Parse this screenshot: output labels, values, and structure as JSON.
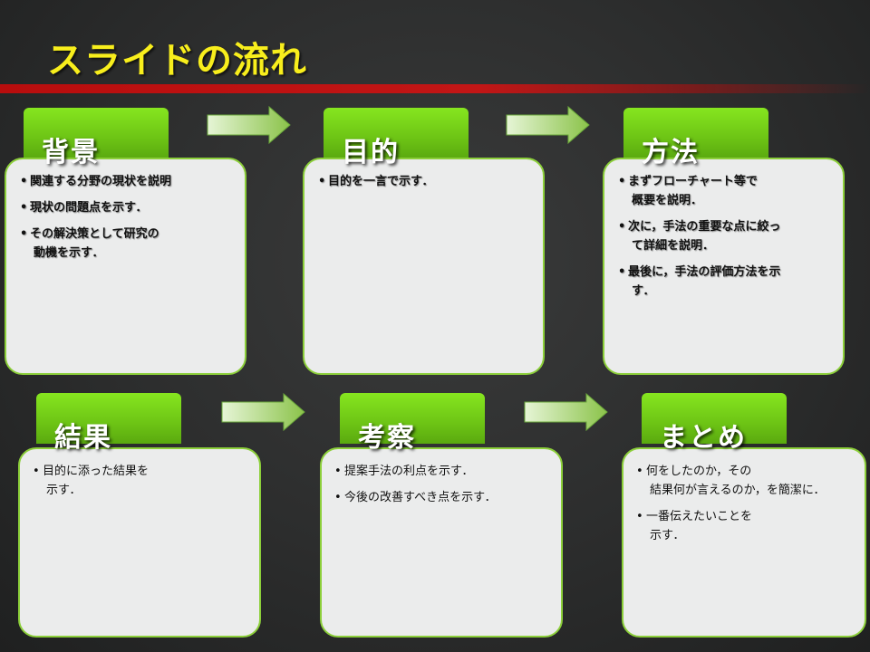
{
  "slide": {
    "title": "スライドの流れ",
    "colors": {
      "title": "#f8ee1c",
      "accent_bar": "#c21616",
      "tab": "#7ad41a",
      "card": "#ebecec"
    }
  },
  "sections": [
    {
      "title": "背景",
      "bullets": [
        [
          "関連する分野の現状を説明"
        ],
        [
          "現状の問題点を示す．"
        ],
        [
          "その解決策として研究の",
          "動機を示す．"
        ]
      ]
    },
    {
      "title": "目的",
      "bullets": [
        [
          "目的を一言で示す．"
        ]
      ]
    },
    {
      "title": "方法",
      "bullets": [
        [
          "まずフローチャート等で",
          "概要を説明．"
        ],
        [
          "次に，手法の重要な点に絞っ",
          "て詳細を説明．"
        ],
        [
          "最後に，手法の評価方法を示",
          "す．"
        ]
      ]
    },
    {
      "title": "結果",
      "bullets": [
        [
          "目的に添った結果を",
          "示す．"
        ]
      ]
    },
    {
      "title": "考察",
      "bullets": [
        [
          "提案手法の利点を示す．"
        ],
        [
          "今後の改善すべき点を示す．"
        ]
      ]
    },
    {
      "title": "まとめ",
      "bullets": [
        [
          "何をしたのか，その",
          "結果何が言えるのか，を簡潔に．"
        ],
        [
          "一番伝えたいことを",
          "示す．"
        ]
      ]
    }
  ],
  "icons": {
    "flow_arrow": "right-arrow-icon"
  }
}
